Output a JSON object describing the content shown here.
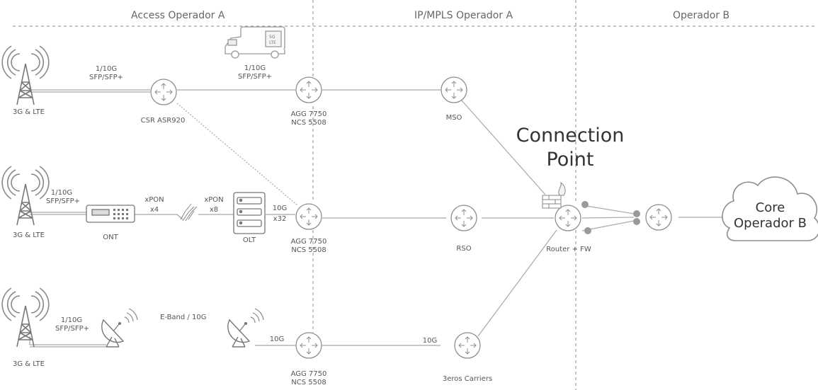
{
  "sections": {
    "access": "Access Operador A",
    "ipmpls": "IP/MPLS Operador A",
    "operadorb": "Operador B"
  },
  "labels": {
    "row1_tower": "3G  & LTE",
    "row1_link1_a": "1/10G",
    "row1_link1_b": "SFP/SFP+",
    "row1_csr": "CSR ASR920",
    "row1_link2_a": "1/10G",
    "row1_link2_b": "SFP/SFP+",
    "row1_agg_a": "AGG 7750",
    "row1_agg_b": "NCS 5508",
    "row1_mso": "MSO",
    "row2_tower": "3G  & LTE",
    "row2_link1_a": "1/10G",
    "row2_link1_b": "SFP/SFP+",
    "row2_ont": "ONT",
    "row2_xpon1_a": "xPON",
    "row2_xpon1_b": "x4",
    "row2_xpon2_a": "xPON",
    "row2_xpon2_b": "x8",
    "row2_olt": "OLT",
    "row2_10g_a": "10G",
    "row2_10g_b": "x32",
    "row2_agg_a": "AGG 7750",
    "row2_agg_b": "NCS 5508",
    "row2_rso": "RSO",
    "router_fw": "Router + FW",
    "row3_tower": "3G  & LTE",
    "row3_link1_a": "1/10G",
    "row3_link1_b": "SFP/SFP+",
    "row3_eband": "E-Band / 10G",
    "row3_10g_1": "10G",
    "row3_agg_a": "AGG 7750",
    "row3_agg_b": "NCS 5508",
    "row3_10g_2": "10G",
    "row3_carriers": "3eros Carriers",
    "connection_point_a": "Connection",
    "connection_point_b": "Point",
    "core_a": "Core",
    "core_b": "Operador B",
    "truck_text_a": "5G",
    "truck_text_b": "LTE"
  },
  "colors": {
    "line": "#a8a8a8",
    "node_stroke": "#8e8e8e",
    "node_fill": "#ffffff",
    "dashed": "#888888",
    "dark_node": "#9a9a9a",
    "text": "#555555"
  }
}
